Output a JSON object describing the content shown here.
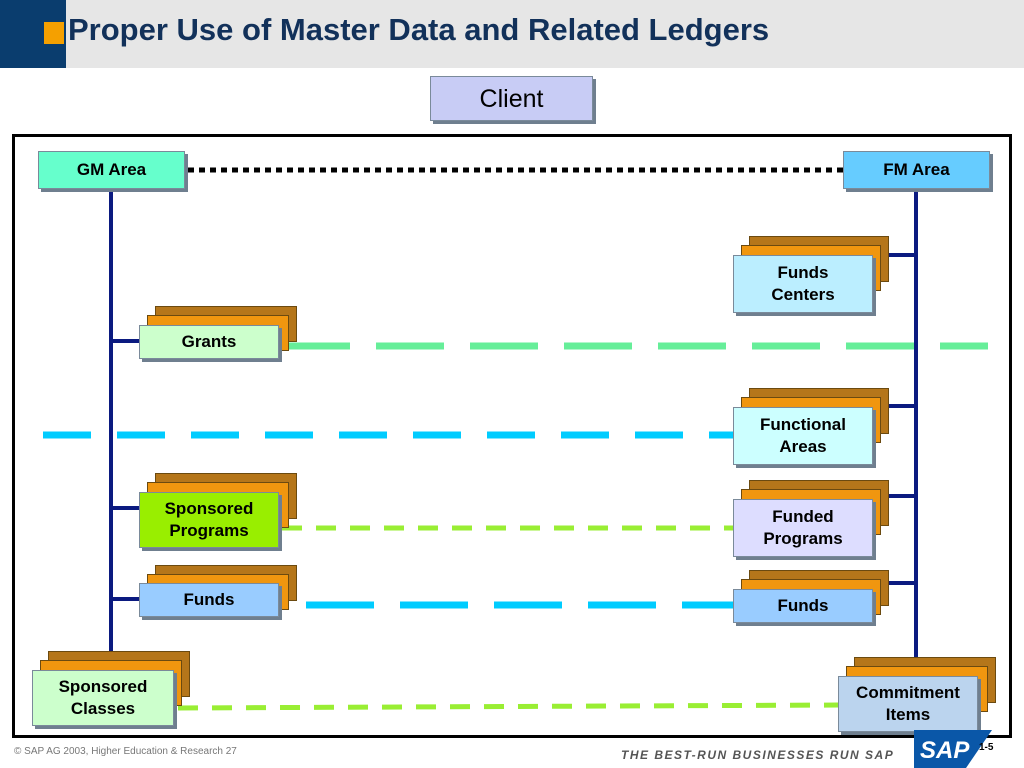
{
  "title": "Proper Use of Master Data and Related Ledgers",
  "client": "Client",
  "left_area": "GM Area",
  "right_area": "FM Area",
  "gm_items": {
    "grants": "Grants",
    "sponsored_programs": "Sponsored Programs",
    "funds": "Funds",
    "sponsored_classes": "Sponsored Classes"
  },
  "fm_items": {
    "funds_centers": "Funds Centers",
    "functional_areas": "Functional Areas",
    "funded_programs": "Funded Programs",
    "funds": "Funds",
    "commitment_items": "Commitment Items"
  },
  "colors": {
    "gm_area": "#66ffcc",
    "fm_area": "#66ccff",
    "grants": "#ccffcc",
    "sponsored_programs": "#99ee00",
    "funds": "#99ccff",
    "sponsored_classes": "#ccffcc",
    "funds_centers": "#bbeeff",
    "functional_areas": "#ccffff",
    "funded_programs": "#ddddff",
    "commitment_items": "#bbd4ee",
    "stack_dark": "#b5761a",
    "stack_light": "#f0960f",
    "connector": "#0b1a80",
    "dash_green": "#66ee99",
    "dash_cyan": "#00ccff",
    "dash_lime": "#99ee33"
  },
  "footer": {
    "copyright": "©  SAP AG 2003, Higher Education & Research 27",
    "slogan": "THE BEST-RUN BUSINESSES RUN SAP",
    "page": "1-5",
    "logo_text": "SAP"
  }
}
